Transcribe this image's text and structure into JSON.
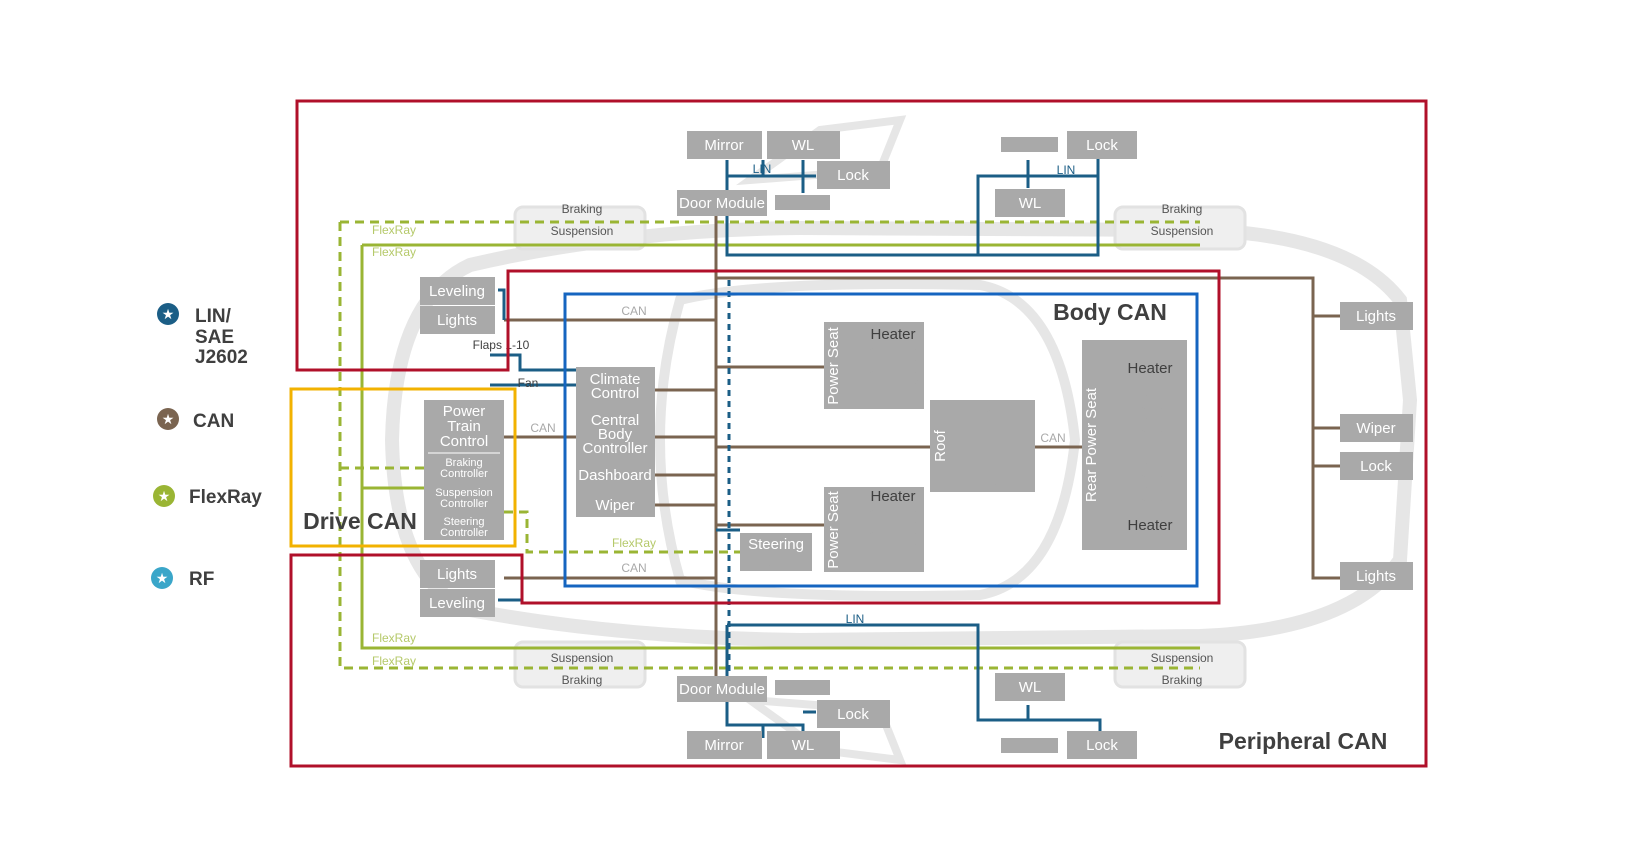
{
  "legend": [
    {
      "label": "LIN/ SAE J2602",
      "lines": [
        "LIN/",
        "SAE",
        "J2602"
      ],
      "color": "#1b5e86",
      "icon": "star-circle-icon"
    },
    {
      "label": "CAN",
      "lines": [
        "CAN"
      ],
      "color": "#7a6450",
      "icon": "star-circle-icon"
    },
    {
      "label": "FlexRay",
      "lines": [
        "FlexRay"
      ],
      "color": "#9ab534",
      "icon": "star-circle-icon"
    },
    {
      "label": "RF",
      "lines": [
        "RF"
      ],
      "color": "#3aa6c9",
      "icon": "star-circle-icon"
    }
  ],
  "regions": {
    "body_can": "Body CAN",
    "drive_can": "Drive CAN",
    "peripheral_can": "Peripheral CAN"
  },
  "colors": {
    "lin": "#1b5e86",
    "can": "#7a6450",
    "flexray": "#9ab534",
    "module": "#a9a9a9",
    "peripheral_border": "#b0102a",
    "body_border": "#1565c0",
    "drive_border": "#f2b200"
  },
  "bus_labels": {
    "lin": "LIN",
    "can": "CAN",
    "flexray": "FlexRay",
    "flaps": "Flaps 1-10",
    "fan": "Fan"
  },
  "modules": {
    "mirror": "Mirror",
    "wl": "WL",
    "lock": "Lock",
    "door_module": "Door Module",
    "braking": "Braking",
    "suspension": "Suspension",
    "leveling": "Leveling",
    "lights": "Lights",
    "climate_control": [
      "Climate",
      "Control"
    ],
    "central_body_controller": [
      "Central",
      "Body",
      "Controller"
    ],
    "dashboard": "Dashboard",
    "wiper": "Wiper",
    "power_train_control": [
      "Power",
      "Train",
      "Control"
    ],
    "braking_controller": [
      "Braking",
      "Controller"
    ],
    "suspension_controller": [
      "Suspension",
      "Controller"
    ],
    "steering_controller": [
      "Steering",
      "Controller"
    ],
    "steering": "Steering",
    "power_seat": "Power Seat",
    "heater": "Heater",
    "roof": "Roof",
    "rear_power_seat": "Rear Power Seat"
  }
}
